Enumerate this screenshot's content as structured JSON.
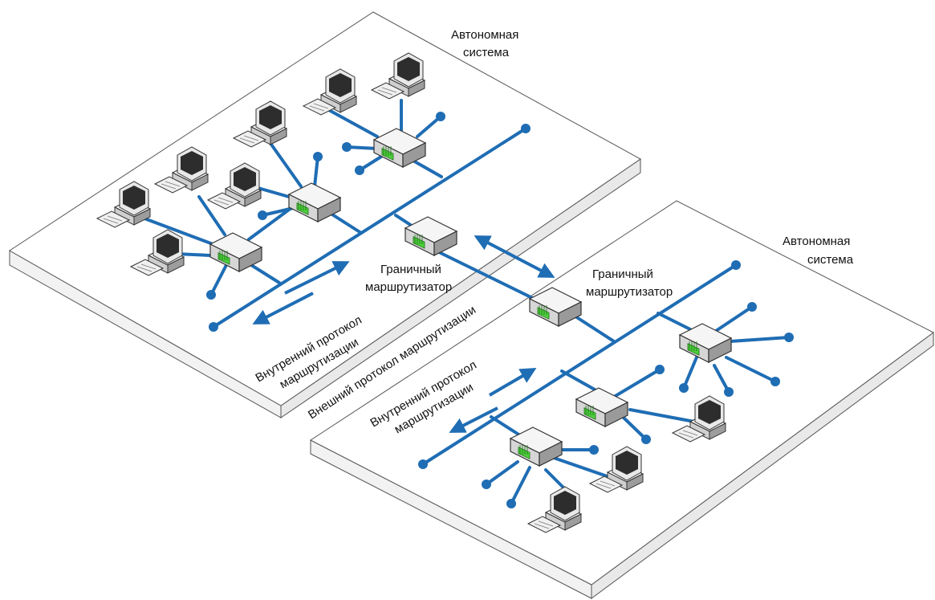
{
  "diagram": {
    "as_left": {
      "label_line1": "Автономная",
      "label_line2": "система"
    },
    "as_right": {
      "label_line1": "Автономная",
      "label_line2": "система"
    },
    "border_router_left": {
      "line1": "Граничный",
      "line2": "маршрутизатор"
    },
    "border_router_right": {
      "line1": "Граничный",
      "line2": "маршрутизатор"
    },
    "interior_left": {
      "line1": "Внутренний протокол",
      "line2": "маршрутизации"
    },
    "interior_right": {
      "line1": "Внутренний протокол",
      "line2": "маршрутизации"
    },
    "exterior": {
      "text": "Внешний протокол маршрутизации"
    }
  },
  "colors": {
    "link": "#1f6db4",
    "plate_stroke": "#555555",
    "plate_fill": "#ffffff",
    "plate_side": "#f2f2f2"
  },
  "icons": {
    "router": "router-icon",
    "computer": "computer-icon",
    "host_endpoint": "endpoint-dot-icon"
  }
}
